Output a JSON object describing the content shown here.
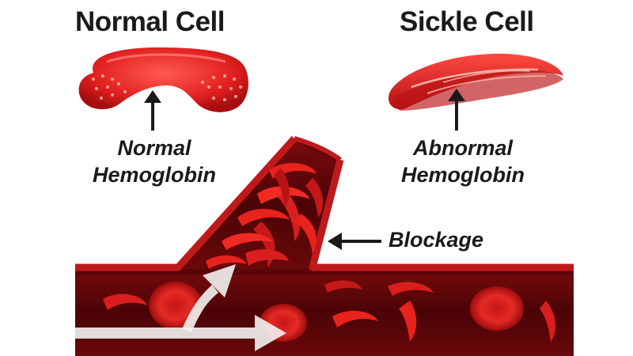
{
  "titles": {
    "normal_cell": "Normal Cell",
    "sickle_cell": "Sickle Cell"
  },
  "labels": {
    "normal_line1": "Normal",
    "normal_line2": "Hemoglobin",
    "abnormal_line1": "Abnormal",
    "abnormal_line2": "Hemoglobin",
    "blockage": "Blockage"
  },
  "colors": {
    "cell_red": "#d81e1e",
    "vessel_dark": "#5a0608",
    "vessel_wall": "#c0191b",
    "text": "#1a1a1a",
    "flow_arrow": "#f2f2f2"
  },
  "icons": [
    "up-arrow-icon",
    "left-arrow-icon",
    "flow-arrow-icon"
  ]
}
